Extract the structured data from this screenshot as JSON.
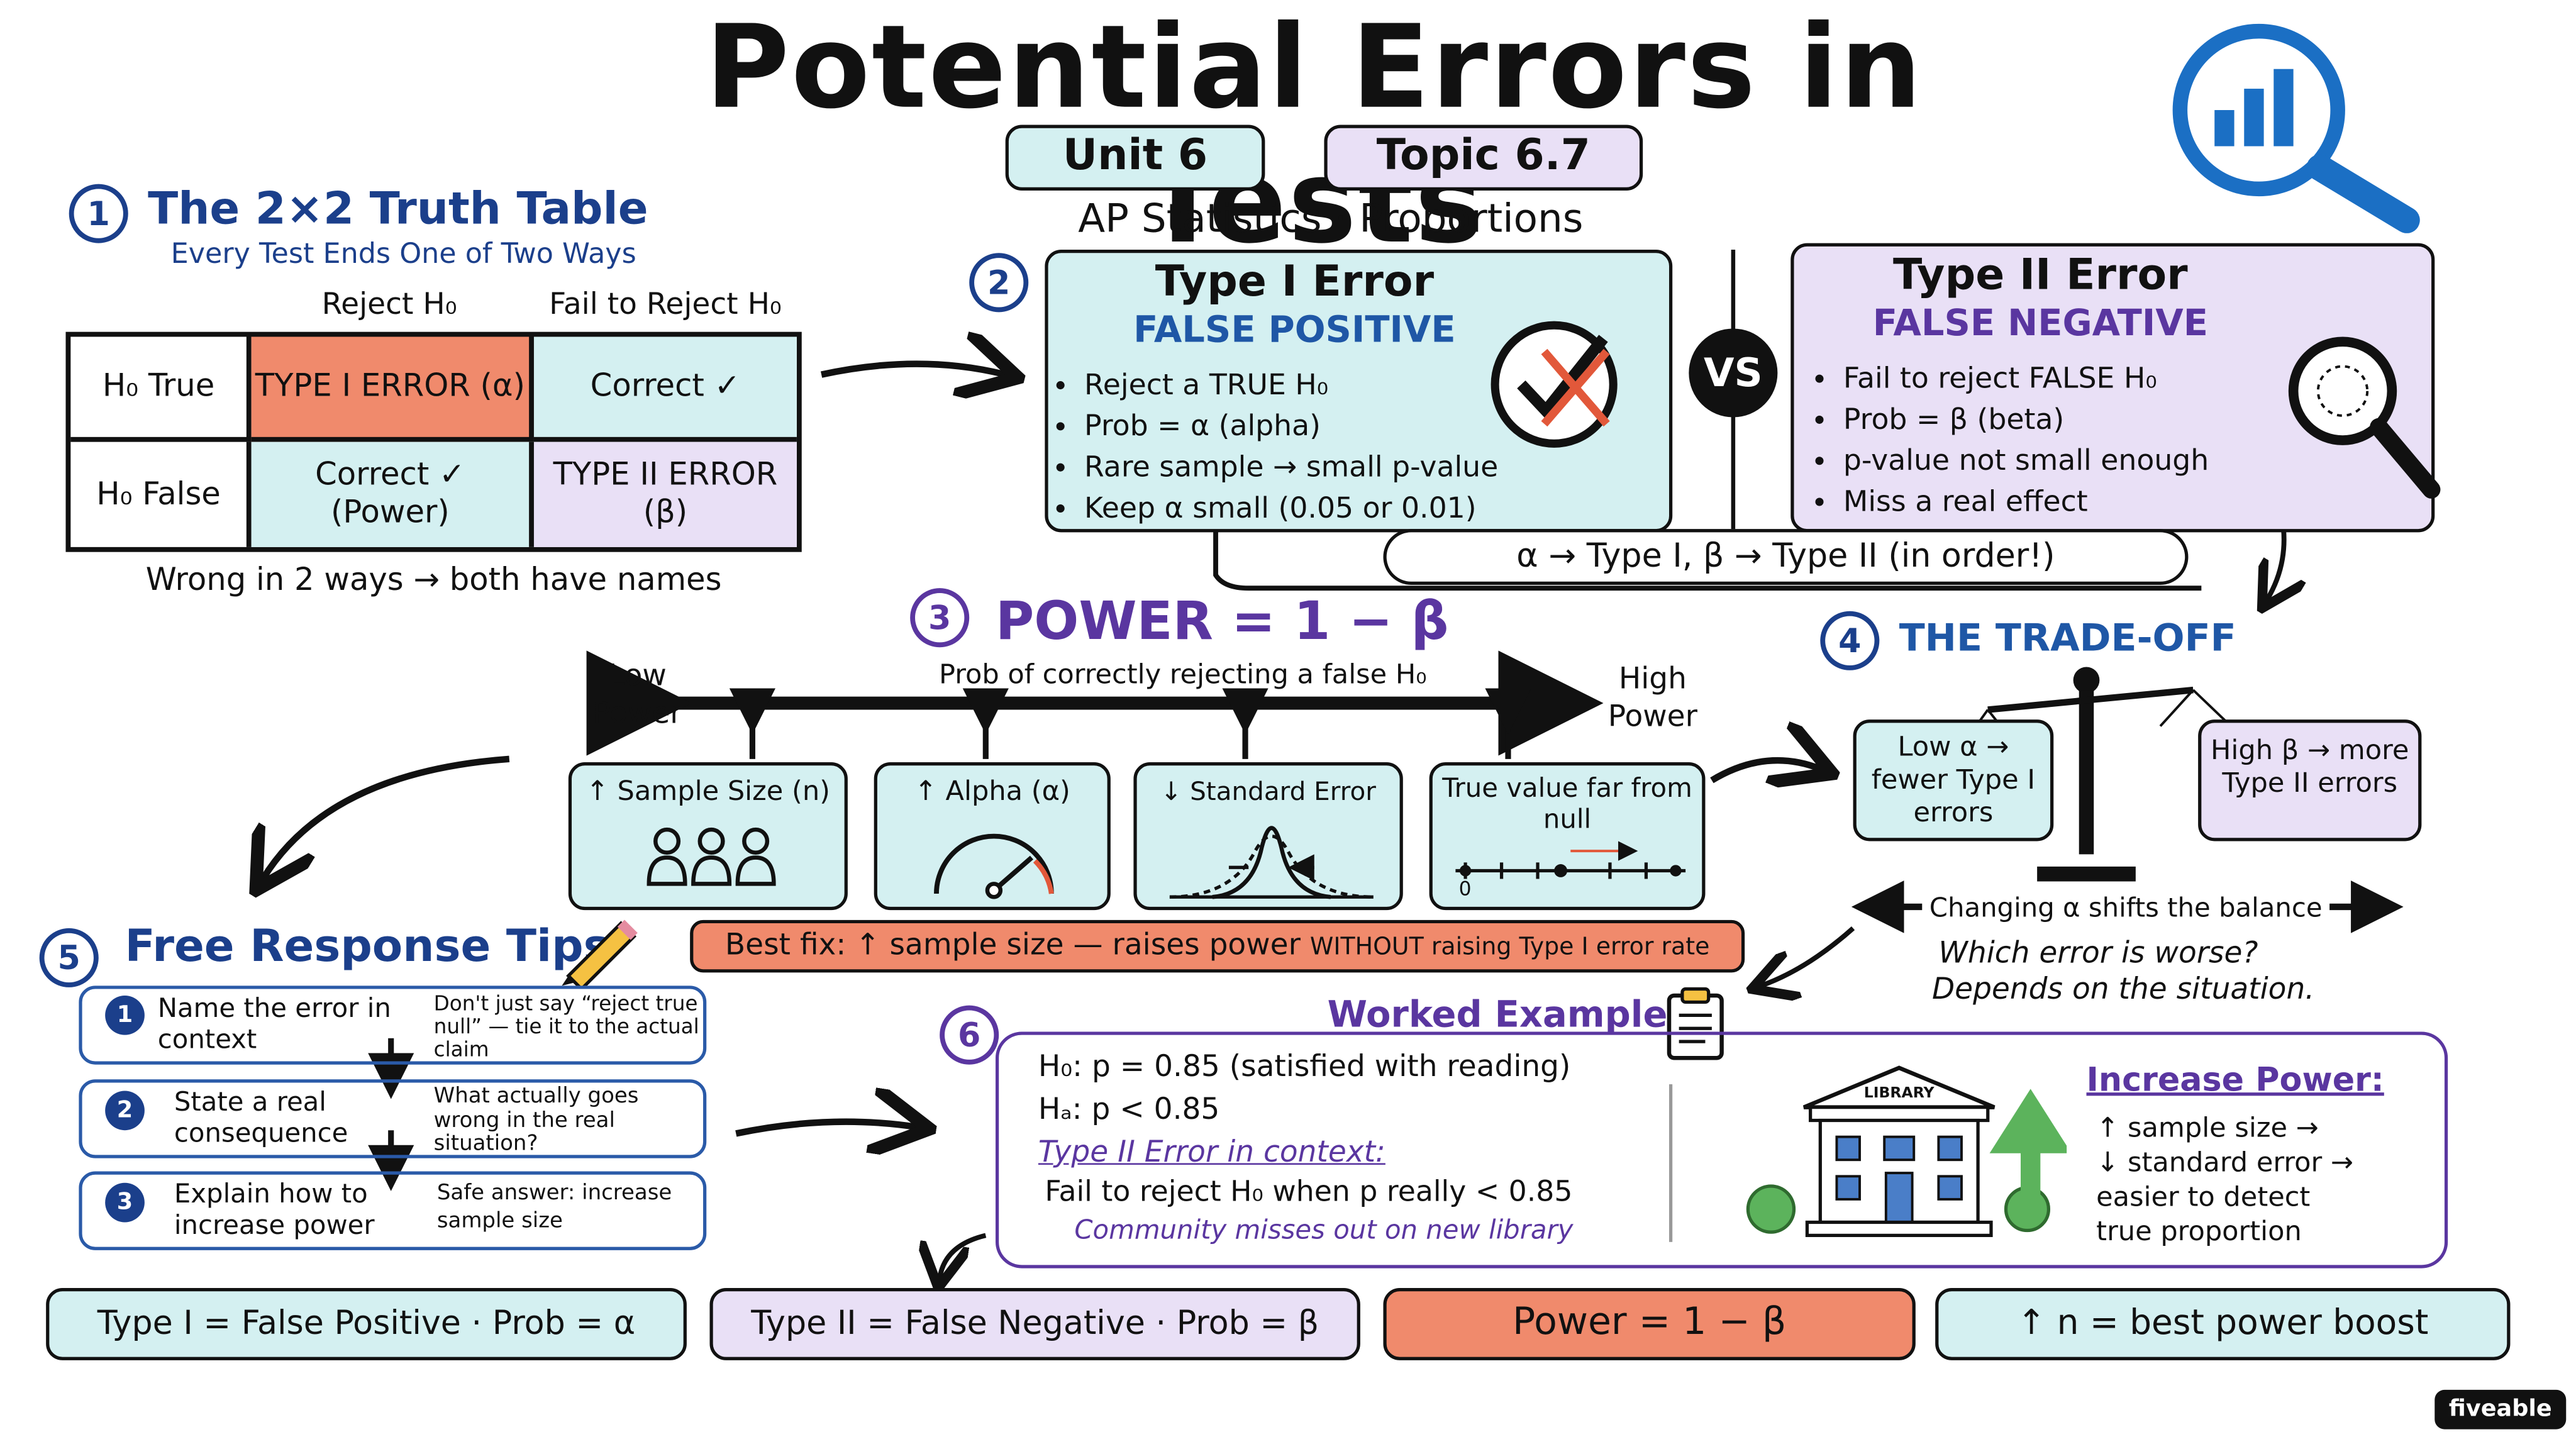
{
  "header": {
    "title": "Potential Errors in Tests",
    "unit": "Unit 6",
    "topic": "Topic 6.7",
    "subtitle": "AP Statistics · Proportions"
  },
  "section1": {
    "number": "1",
    "title": "The 2×2 Truth Table",
    "subtitle": "Every Test Ends One of Two Ways",
    "col_headers": [
      "Reject H₀",
      "Fail to Reject H₀"
    ],
    "row_headers": [
      "H₀ True",
      "H₀ False"
    ],
    "cells": [
      [
        "TYPE I ERROR (α)",
        "Correct ✓"
      ],
      [
        "Correct ✓ (Power)",
        "TYPE II ERROR (β)"
      ]
    ],
    "footer": "Wrong in 2 ways → both have names"
  },
  "section2": {
    "number": "2",
    "type1": {
      "title": "Type I Error",
      "subtitle": "FALSE POSITIVE",
      "bullets": [
        "Reject a TRUE H₀",
        "Prob = α (alpha)",
        "Rare sample → small p-value",
        "Keep α small (0.05 or 0.01)"
      ]
    },
    "vs": "VS",
    "type2": {
      "title": "Type II Error",
      "subtitle": "FALSE NEGATIVE",
      "bullets": [
        "Fail to reject FALSE H₀",
        "Prob = β (beta)",
        "p-value not small enough",
        "Miss a real effect"
      ]
    },
    "order_note": "α → Type I,  β → Type II (in order!)"
  },
  "section3": {
    "number": "3",
    "title": "POWER = 1 − β",
    "axis_label": "Prob of correctly rejecting a false H₀",
    "low": "Low Power",
    "high": "High Power",
    "factors": [
      "↑ Sample Size (n)",
      "↑ Alpha (α)",
      "↓ Standard Error",
      "True value far from null"
    ],
    "zero_label": "0",
    "best_fix_a": "Best fix: ↑ sample size — raises power ",
    "best_fix_b": "WITHOUT raising Type I error rate"
  },
  "section4": {
    "number": "4",
    "title": "THE TRADE-OFF",
    "left_pan": "Low α → fewer Type I errors",
    "right_pan": "High β → more Type II errors",
    "balance_note": "Changing α shifts the balance",
    "question": "Which error is worse?",
    "answer": "Depends on the situation."
  },
  "section5": {
    "number": "5",
    "title": "Free Response Tips",
    "tips": [
      {
        "n": "1",
        "main": "Name the error in context",
        "note": "Don't just say “reject true null” — tie it to the actual claim"
      },
      {
        "n": "2",
        "main": "State a real consequence",
        "note": "What actually goes wrong in the real situation?"
      },
      {
        "n": "3",
        "main": "Explain how to increase power",
        "note": "Safe answer: increase sample size"
      }
    ]
  },
  "section6": {
    "number": "6",
    "title": "Worked Example",
    "h0_label": "H₀:",
    "h0": "p = 0.85 (satisfied with reading)",
    "ha_label": "Hₐ:",
    "ha": "p < 0.85",
    "context_title": "Type II Error in context:",
    "context_line": "Fail to reject H₀ when p really < 0.85",
    "context_note": "Community misses out on new library",
    "library_sign": "LIBRARY",
    "power_title": "Increase Power:",
    "power_lines": [
      "↑ sample size →",
      "↓ standard error →",
      "easier to detect",
      "true proportion"
    ]
  },
  "summary": [
    "Type I = False Positive · Prob = α",
    "Type II = False Negative · Prob = β",
    "Power = 1 − β",
    "↑ n = best power boost"
  ],
  "brand": "fiveable",
  "colors": {
    "teal": "#d4f0f1",
    "lavender": "#e9e0f6",
    "salmon": "#f08a6c",
    "navy": "#1b3f8b",
    "purple": "#5a36a0",
    "green": "#5cb35c"
  }
}
